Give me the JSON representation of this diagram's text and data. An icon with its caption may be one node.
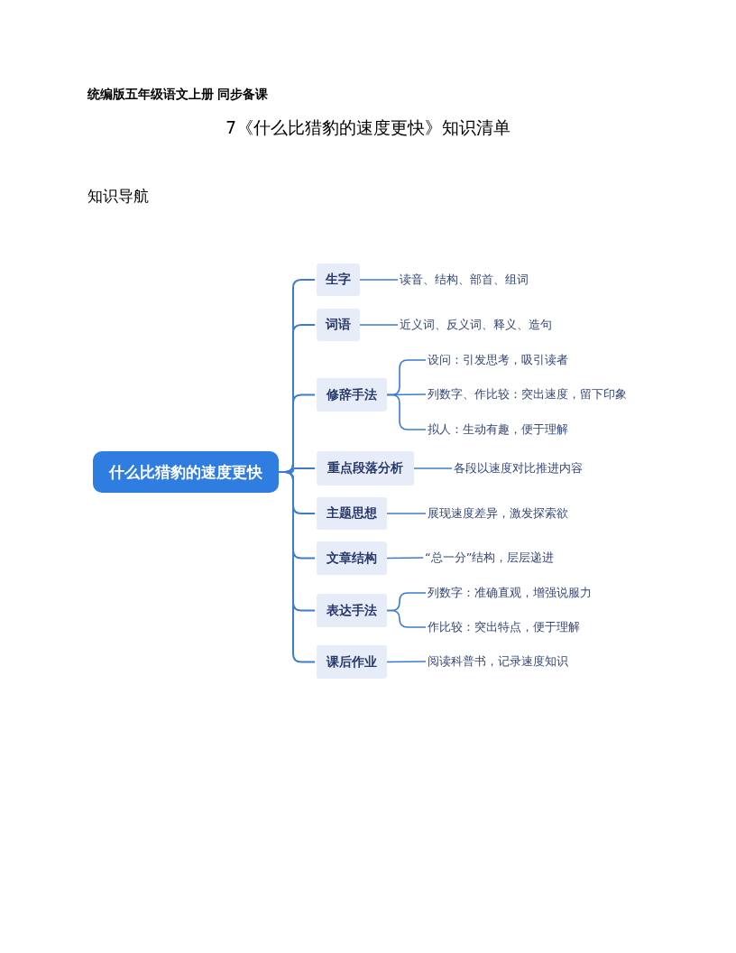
{
  "diagram": {
    "title": "7《什么比猎豹的速度更快》知识清单",
    "labels": [
      "统编版五年级语文上册 同步备课",
      "知识导航"
    ],
    "nodes": [
      {
        "text": [
          "什么比猎豹的速度更快"
        ]
      },
      {
        "text": [
          "生字"
        ]
      },
      {
        "text": [
          "读音、结构、部首、组词"
        ]
      },
      {
        "text": [
          "词语"
        ]
      },
      {
        "text": [
          "近义词、反义词、释义、造句"
        ]
      },
      {
        "text": [
          "修辞手法"
        ]
      },
      {
        "text": [
          "设问：引发思考，吸引读者"
        ]
      },
      {
        "text": [
          "列数字、作比较：突出速度，留下印象"
        ]
      },
      {
        "text": [
          "拟人：生动有趣，便于理解"
        ]
      },
      {
        "text": [
          "重点段落分析"
        ]
      },
      {
        "text": [
          "各段以速度对比推进内容"
        ]
      },
      {
        "text": [
          "主题思想"
        ]
      },
      {
        "text": [
          "展现速度差异，激发探索欲"
        ]
      },
      {
        "text": [
          "文章结构"
        ]
      },
      {
        "text": [
          "“总一分”结构，层层递进"
        ]
      },
      {
        "text": [
          "表达手法"
        ]
      },
      {
        "text": [
          "列数字：准确直观，增强说服力"
        ]
      },
      {
        "text": [
          "作比较：突出特点，便于理解"
        ]
      },
      {
        "text": [
          "课后作业"
        ]
      },
      {
        "text": [
          "阅读科普书，记录速度知识"
        ]
      }
    ],
    "edges": [
      {
        "from": 0,
        "to": 1,
        "arrow": "none"
      },
      {
        "from": 0,
        "to": 3,
        "arrow": "none"
      },
      {
        "from": 0,
        "to": 5,
        "arrow": "none"
      },
      {
        "from": 0,
        "to": 9,
        "arrow": "none"
      },
      {
        "from": 0,
        "to": 11,
        "arrow": "none"
      },
      {
        "from": 0,
        "to": 13,
        "arrow": "none"
      },
      {
        "from": 0,
        "to": 15,
        "arrow": "none"
      },
      {
        "from": 0,
        "to": 18,
        "arrow": "none"
      },
      {
        "from": 1,
        "to": 2,
        "arrow": "none"
      },
      {
        "from": 3,
        "to": 4,
        "arrow": "none"
      },
      {
        "from": 5,
        "to": 6,
        "arrow": "none"
      },
      {
        "from": 5,
        "to": 7,
        "arrow": "none"
      },
      {
        "from": 5,
        "to": 8,
        "arrow": "none"
      },
      {
        "from": 9,
        "to": 10,
        "arrow": "none"
      },
      {
        "from": 11,
        "to": 12,
        "arrow": "none"
      },
      {
        "from": 13,
        "to": 14,
        "arrow": "none"
      },
      {
        "from": 15,
        "to": 16,
        "arrow": "none"
      },
      {
        "from": 15,
        "to": 17,
        "arrow": "none"
      },
      {
        "from": 18,
        "to": 19,
        "arrow": "none"
      }
    ]
  }
}
